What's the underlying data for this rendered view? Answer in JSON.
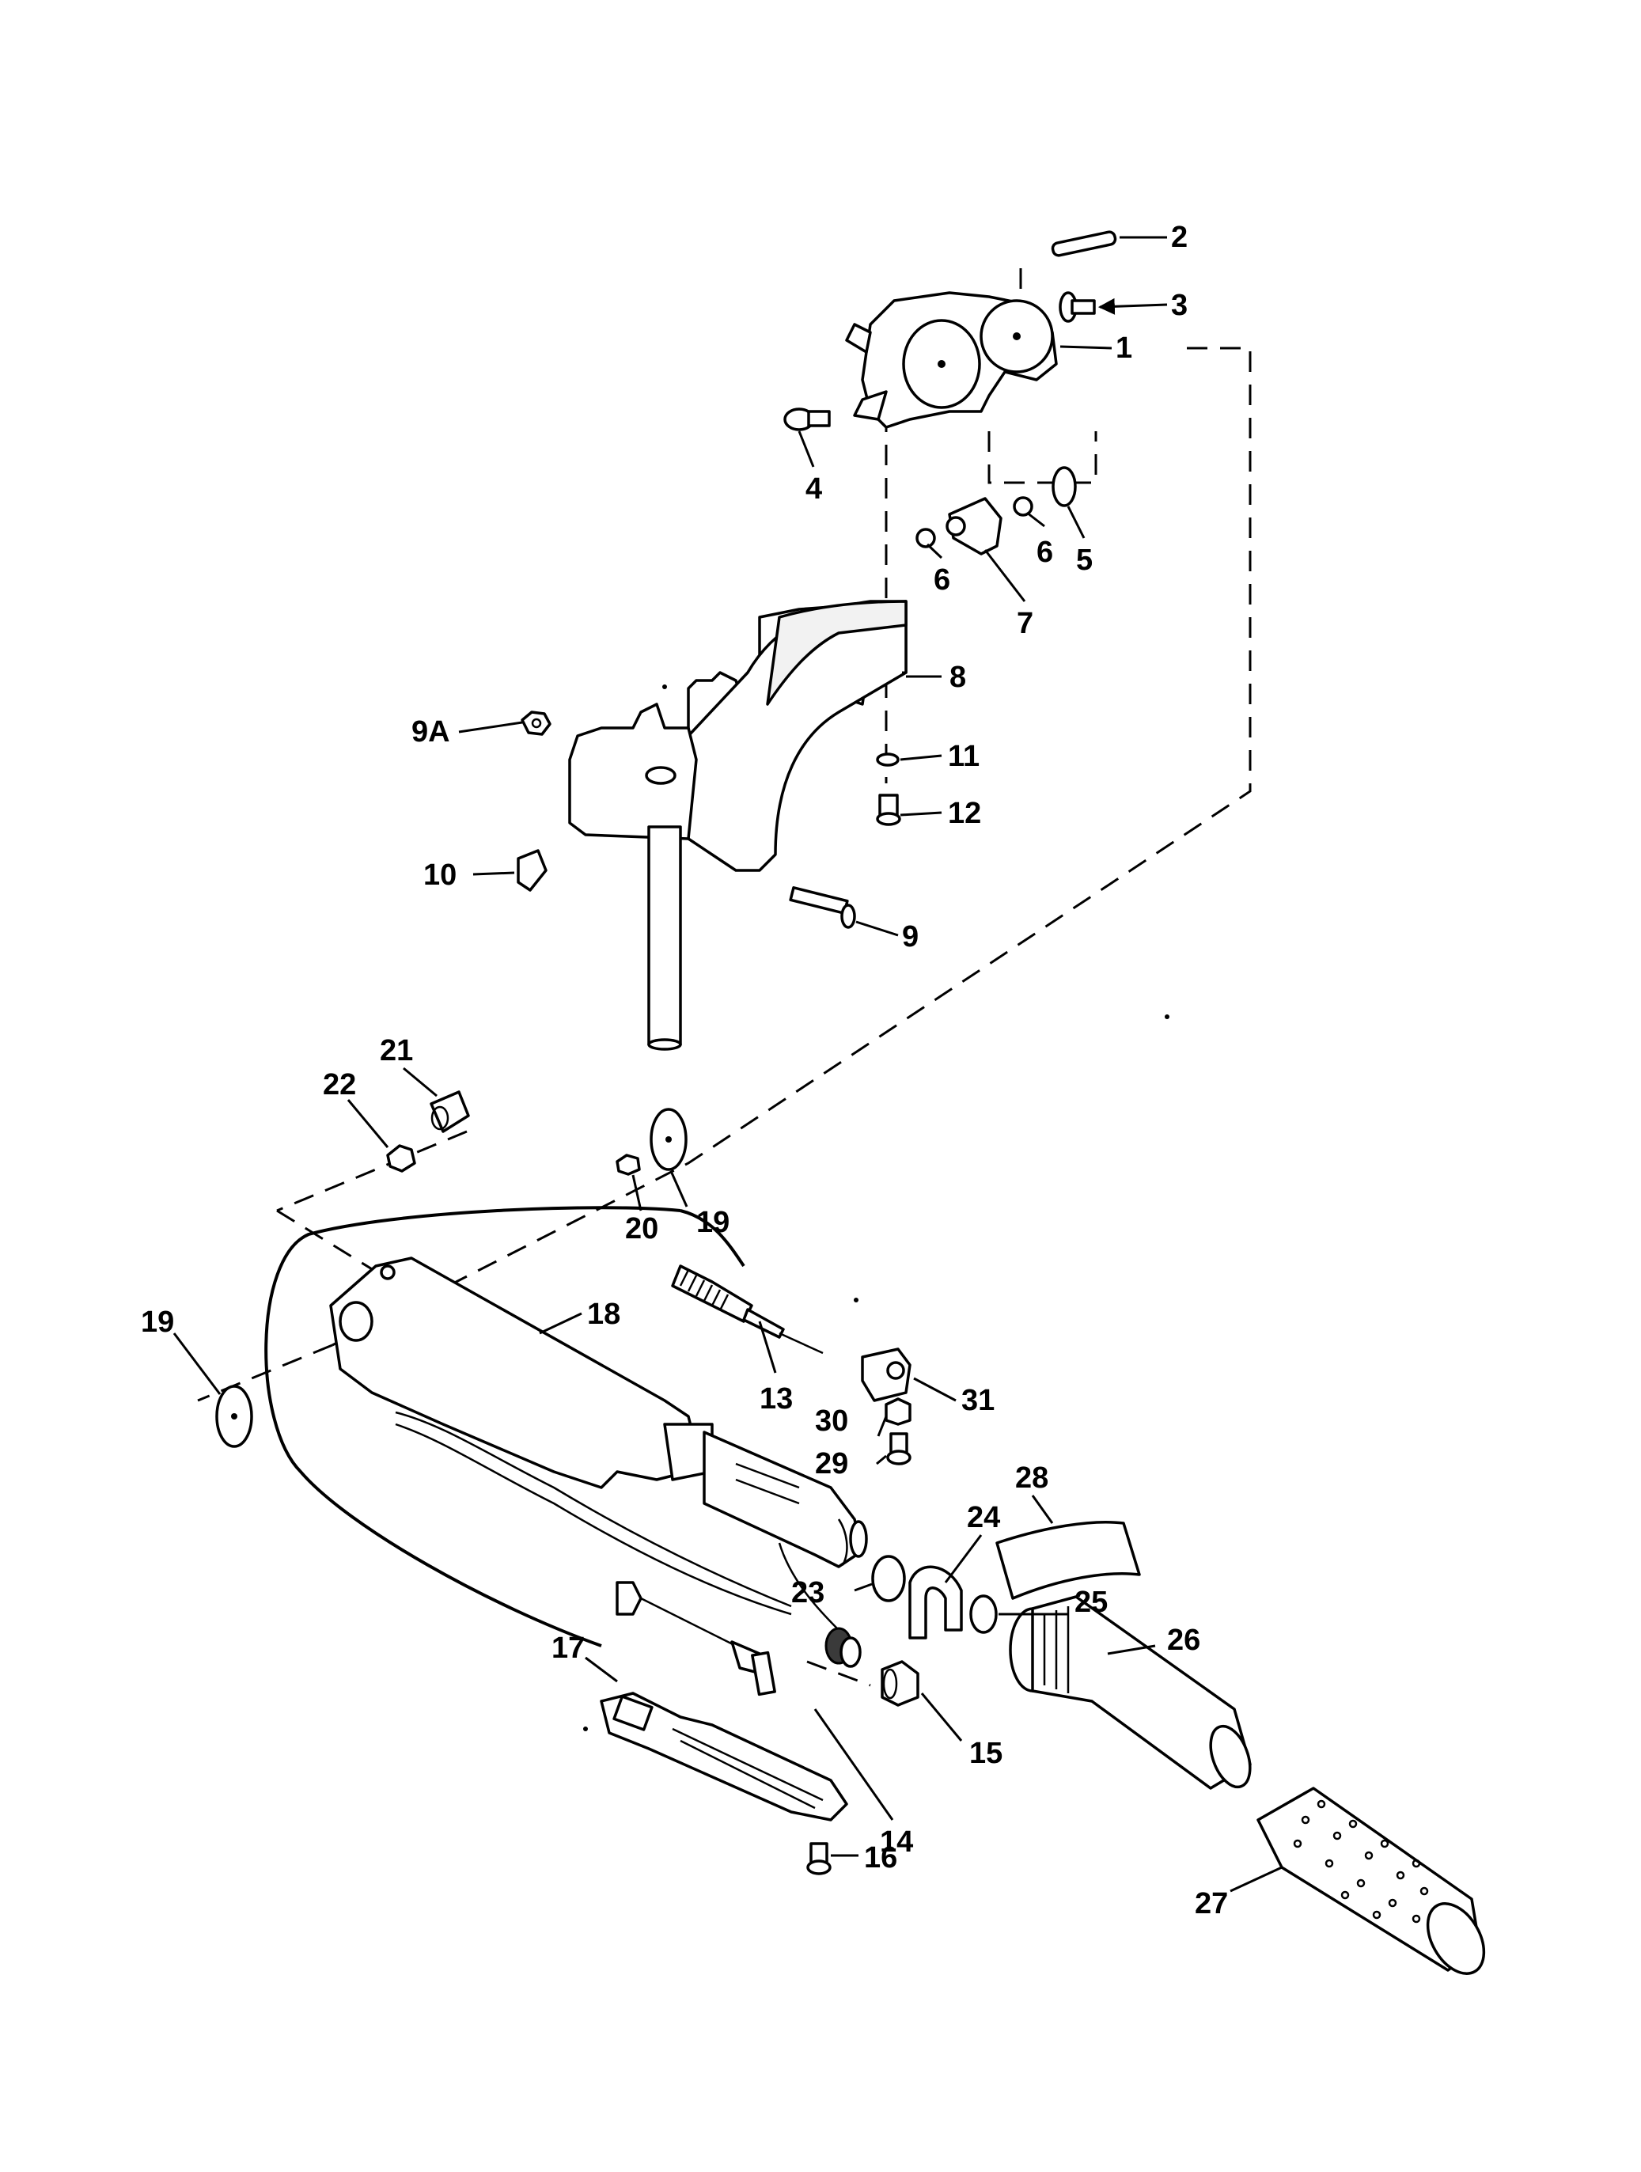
{
  "callouts": {
    "c1": "1",
    "c2": "2",
    "c3": "3",
    "c4": "4",
    "c5": "5",
    "c6a": "6",
    "c6b": "6",
    "c7": "7",
    "c8": "8",
    "c9": "9",
    "c9a": "9A",
    "c10": "10",
    "c11": "11",
    "c12": "12",
    "c13": "13",
    "c14": "14",
    "c15": "15",
    "c16": "16",
    "c17": "17",
    "c18": "18",
    "c19a": "19",
    "c19b": "19",
    "c20": "20",
    "c21": "21",
    "c22": "22",
    "c23": "23",
    "c24": "24",
    "c25": "25",
    "c26": "26",
    "c27": "27",
    "c28": "28",
    "c29": "29",
    "c30": "30",
    "c31": "31"
  }
}
